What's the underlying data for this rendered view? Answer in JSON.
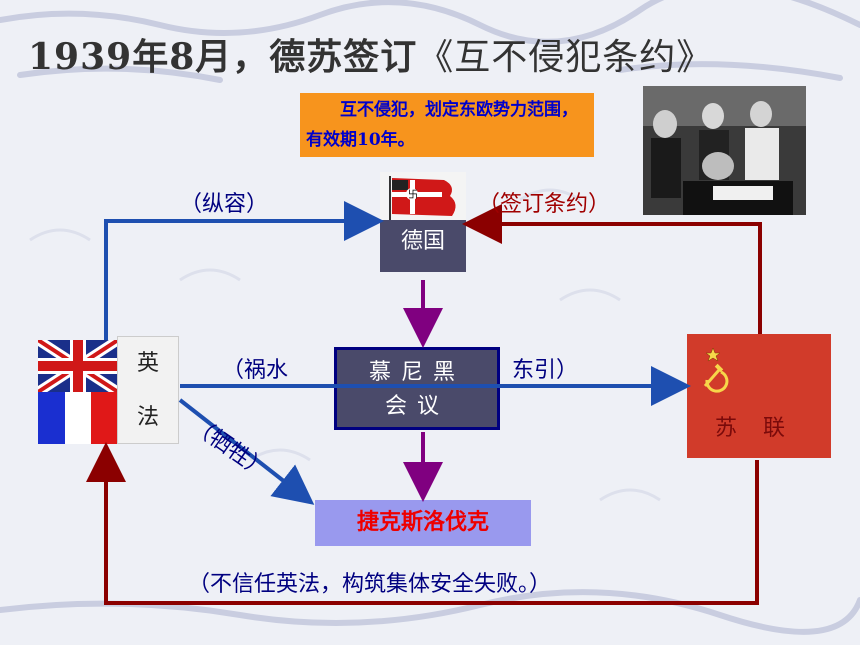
{
  "title": {
    "prefix": "1939年8月，德苏签订",
    "book": "《互不侵犯条约》"
  },
  "note": "互不侵犯，划定东欧势力范围，有效期10年。",
  "labels": {
    "connive": "（纵容）",
    "sign": "（签订条约）",
    "divert_left": "（祸水",
    "divert_right": "东引）",
    "sacrifice": "（牺牲）",
    "failure": "（不信任英法，构筑集体安全失败。）"
  },
  "nodes": {
    "germany": "德国",
    "munich_line1": "慕尼黑",
    "munich_line2": "会议",
    "czech": "捷克斯洛伐克",
    "ussr": "苏联",
    "uk": "英",
    "france": "法"
  },
  "colors": {
    "blue_arrow": "#1e4fb0",
    "red_arrow": "#8b0000",
    "purple_arrow": "#800080",
    "note_bg": "#f7941d"
  }
}
